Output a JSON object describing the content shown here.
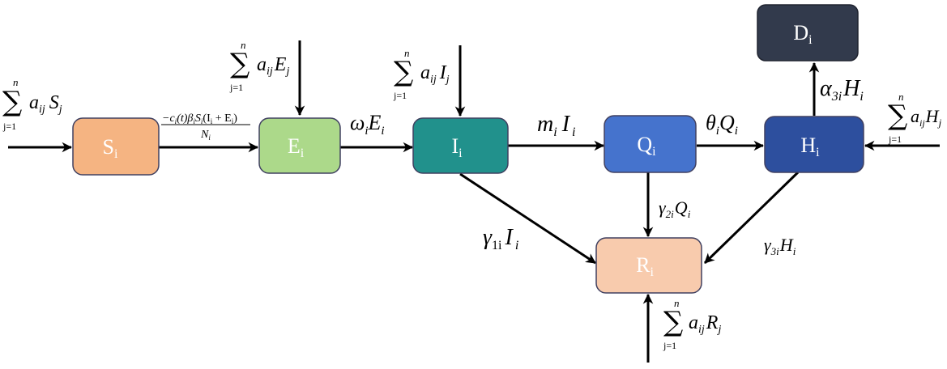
{
  "nodes": {
    "S": {
      "label": "S",
      "sub": "i",
      "fill": "#f5b482",
      "text_color": "#ffffff"
    },
    "E": {
      "label": "E",
      "sub": "i",
      "fill": "#acd98a",
      "text_color": "#ffffff"
    },
    "I": {
      "label": "I",
      "sub": "i",
      "fill": "#21918c",
      "text_color": "#ffffff"
    },
    "Q": {
      "label": "Q",
      "sub": "i",
      "fill": "#4573cd",
      "text_color": "#ffffff"
    },
    "H": {
      "label": "H",
      "sub": "i",
      "fill": "#2d4f9e",
      "text_color": "#ffffff"
    },
    "D": {
      "label": "D",
      "sub": "i",
      "fill": "#323a4c",
      "text_color": "#ffffff"
    },
    "R": {
      "label": "R",
      "sub": "i",
      "fill": "#f8cbad",
      "text_color": "#ffffff"
    }
  },
  "sums": {
    "S": {
      "sup": "n",
      "sub": "j=1",
      "a": "a",
      "a_sub": "ij",
      "var": "S",
      "var_sub": "j"
    },
    "E": {
      "sup": "n",
      "sub": "j=1",
      "a": "a",
      "a_sub": "ij",
      "var": "E",
      "var_sub": "j"
    },
    "I": {
      "sup": "n",
      "sub": "j=1",
      "a": "a",
      "a_sub": "ij",
      "var": "I",
      "var_sub": "j"
    },
    "H": {
      "sup": "n",
      "sub": "j=1",
      "a": "a",
      "a_sub": "ij",
      "var": "H",
      "var_sub": "j"
    },
    "R": {
      "sup": "n",
      "sub": "j=1",
      "a": "a",
      "a_sub": "ij",
      "var": "R",
      "var_sub": "j"
    }
  },
  "rates": {
    "se": {
      "numerator": "−c",
      "num_sub": "i",
      "num_rest": "(t)β",
      "num_beta_sub": "i",
      "num_S": "S",
      "num_S_sub": "i",
      "num_paren_open": "(I",
      "num_I_sub": "i",
      "num_plus": " + E",
      "num_E_sub": "i",
      "num_paren_close": ")",
      "denominator": "N",
      "den_sub": "i"
    },
    "ei": {
      "sym": "ω",
      "sym_sub": "i",
      "var": "E",
      "var_sub": "i"
    },
    "iq": {
      "sym": "m",
      "sym_sub": "i",
      "var": "I",
      "var_sub": "i"
    },
    "qh": {
      "sym": "θ",
      "sym_sub": "i",
      "var": "Q",
      "var_sub": "i"
    },
    "hd": {
      "sym": "α",
      "sym_sub": "3i",
      "var": "H",
      "var_sub": "i"
    },
    "ir": {
      "sym": "γ",
      "sym_sub": "1i",
      "var": "I",
      "var_sub": "i"
    },
    "qr": {
      "sym": "γ",
      "sym_sub": "2i",
      "var": "Q",
      "var_sub": "i"
    },
    "hr": {
      "sym": "γ",
      "sym_sub": "3i",
      "var": "H",
      "var_sub": "i"
    }
  }
}
